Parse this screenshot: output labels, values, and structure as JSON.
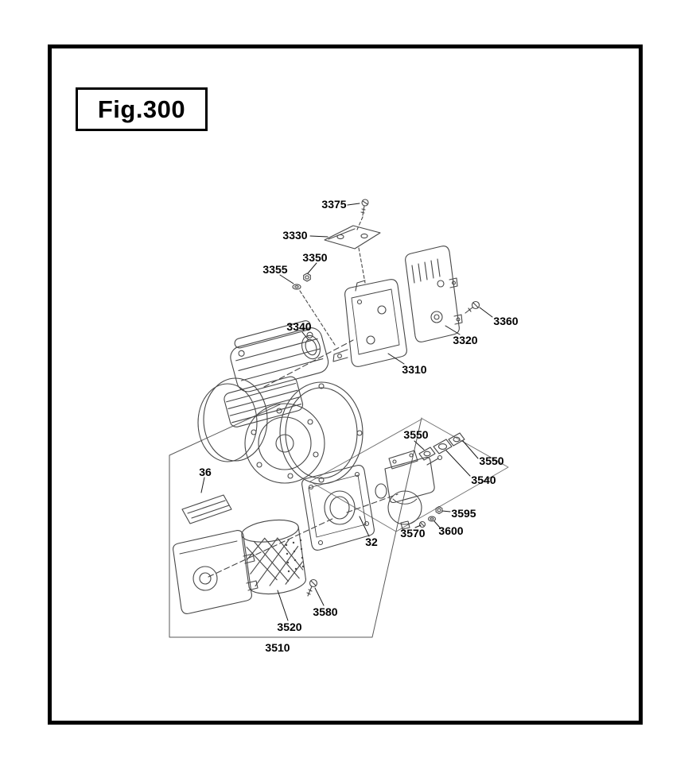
{
  "figure": {
    "label": "Fig.300"
  },
  "colors": {
    "background": "#ffffff",
    "frame": "#000000",
    "line_art": "#474747",
    "label_text": "#000000"
  },
  "diagram": {
    "type": "exploded-parts-diagram",
    "labels": [
      {
        "part": "3375",
        "text": "3375"
      },
      {
        "part": "3330",
        "text": "3330"
      },
      {
        "part": "3350",
        "text": "3350"
      },
      {
        "part": "3355",
        "text": "3355"
      },
      {
        "part": "3340",
        "text": "3340"
      },
      {
        "part": "3310",
        "text": "3310"
      },
      {
        "part": "3320",
        "text": "3320"
      },
      {
        "part": "3360",
        "text": "3360"
      },
      {
        "part": "3550",
        "text": "3550"
      },
      {
        "part": "3550",
        "text": "3550"
      },
      {
        "part": "3540",
        "text": "3540"
      },
      {
        "part": "3595",
        "text": "3595"
      },
      {
        "part": "3600",
        "text": "3600"
      },
      {
        "part": "3570",
        "text": "3570"
      },
      {
        "part": "32",
        "text": "32"
      },
      {
        "part": "36",
        "text": "36"
      },
      {
        "part": "3580",
        "text": "3580"
      },
      {
        "part": "3520",
        "text": "3520"
      },
      {
        "part": "3510",
        "text": "3510"
      }
    ]
  }
}
